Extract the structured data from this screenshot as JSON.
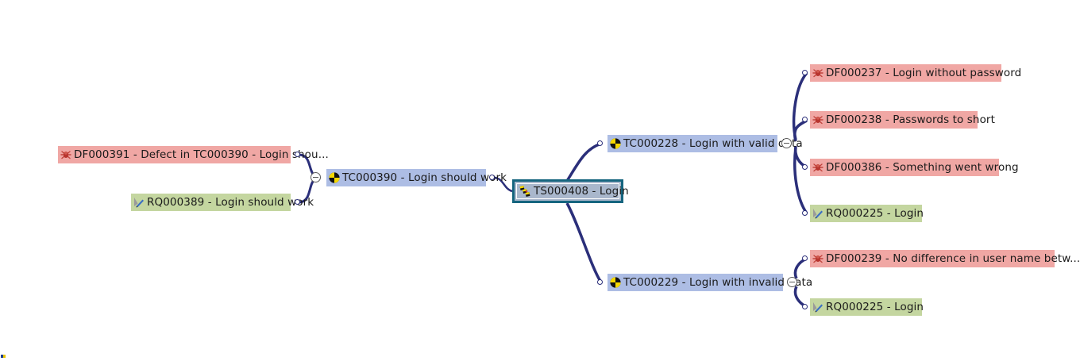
{
  "view": {
    "background": "#ffffff",
    "edge_color": "#2b2f7a",
    "selected_border_color": "#16657f"
  },
  "palette": {
    "defect": "#f0a7a4",
    "requirement": "#c4d6a0",
    "testcase": "#adbde4",
    "testsuite": "#a9b7cc",
    "text": "#1a1a1a"
  },
  "nodes": {
    "root": {
      "id": "TS000408",
      "label": "TS000408 - Login",
      "type": "test-suite",
      "icon": "test-suite-icon",
      "selected": true
    },
    "left": {
      "parent_test": {
        "id": "TC000390",
        "label": "TC000390 - Login should work",
        "type": "test-case",
        "icon": "test-case-icon",
        "collapsed_toggle": "collapse-minus-icon"
      },
      "children": [
        {
          "id": "DF000391",
          "label": "DF000391 - Defect in TC000390 - Login shou...",
          "type": "defect",
          "icon": "bug-icon"
        },
        {
          "id": "RQ000389",
          "label": "RQ000389 - Login should work",
          "type": "requirement",
          "icon": "requirement-icon"
        }
      ]
    },
    "right": [
      {
        "id": "TC000228",
        "label": "TC000228 - Login with valid data",
        "type": "test-case",
        "icon": "test-case-icon",
        "collapsed_toggle": "collapse-minus-icon",
        "children": [
          {
            "id": "DF000237",
            "label": "DF000237 - Login without password",
            "type": "defect",
            "icon": "bug-icon"
          },
          {
            "id": "DF000238",
            "label": "DF000238 - Passwords to short",
            "type": "defect",
            "icon": "bug-icon"
          },
          {
            "id": "DF000386",
            "label": "DF000386 - Something went wrong",
            "type": "defect",
            "icon": "bug-icon"
          },
          {
            "id": "RQ000225",
            "label": "RQ000225 - Login",
            "type": "requirement",
            "icon": "requirement-icon"
          }
        ]
      },
      {
        "id": "TC000229",
        "label": "TC000229 - Login with invalid data",
        "type": "test-case",
        "icon": "test-case-icon",
        "collapsed_toggle": "collapse-minus-icon",
        "children": [
          {
            "id": "DF000239",
            "label": "DF000239 - No difference in user name betw...",
            "type": "defect",
            "icon": "bug-icon"
          },
          {
            "id": "RQ000225",
            "label": "RQ000225 - Login",
            "type": "requirement",
            "icon": "requirement-icon"
          }
        ]
      }
    ]
  }
}
